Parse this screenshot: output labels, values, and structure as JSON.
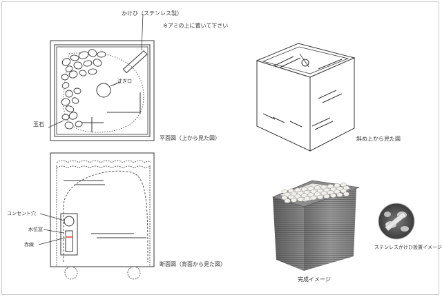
{
  "labels": {
    "kakehi": "かけひ（ステンレス製）",
    "note": "※アミの上に置いて下さい",
    "tamaishi": "玉石",
    "sosogiguchi": "注ぎ口",
    "plan_view": "平面図（上から見た図）",
    "oblique_view": "斜め上から見た図",
    "outlet": "コンセント穴",
    "water_window": "水位窓",
    "red_line": "赤線",
    "section_view": "断面図（背面から見た図）",
    "completed_image": "完成イメージ",
    "kakehi_image": "ステンレスかけひ設置イメージ"
  },
  "colors": {
    "line": "#333333",
    "dashed": "#555555",
    "red_marker": "#d23a2a",
    "stone_box": "#7d7d7d",
    "stone_box_dark": "#555555",
    "pebble": "#f2f0eb"
  }
}
